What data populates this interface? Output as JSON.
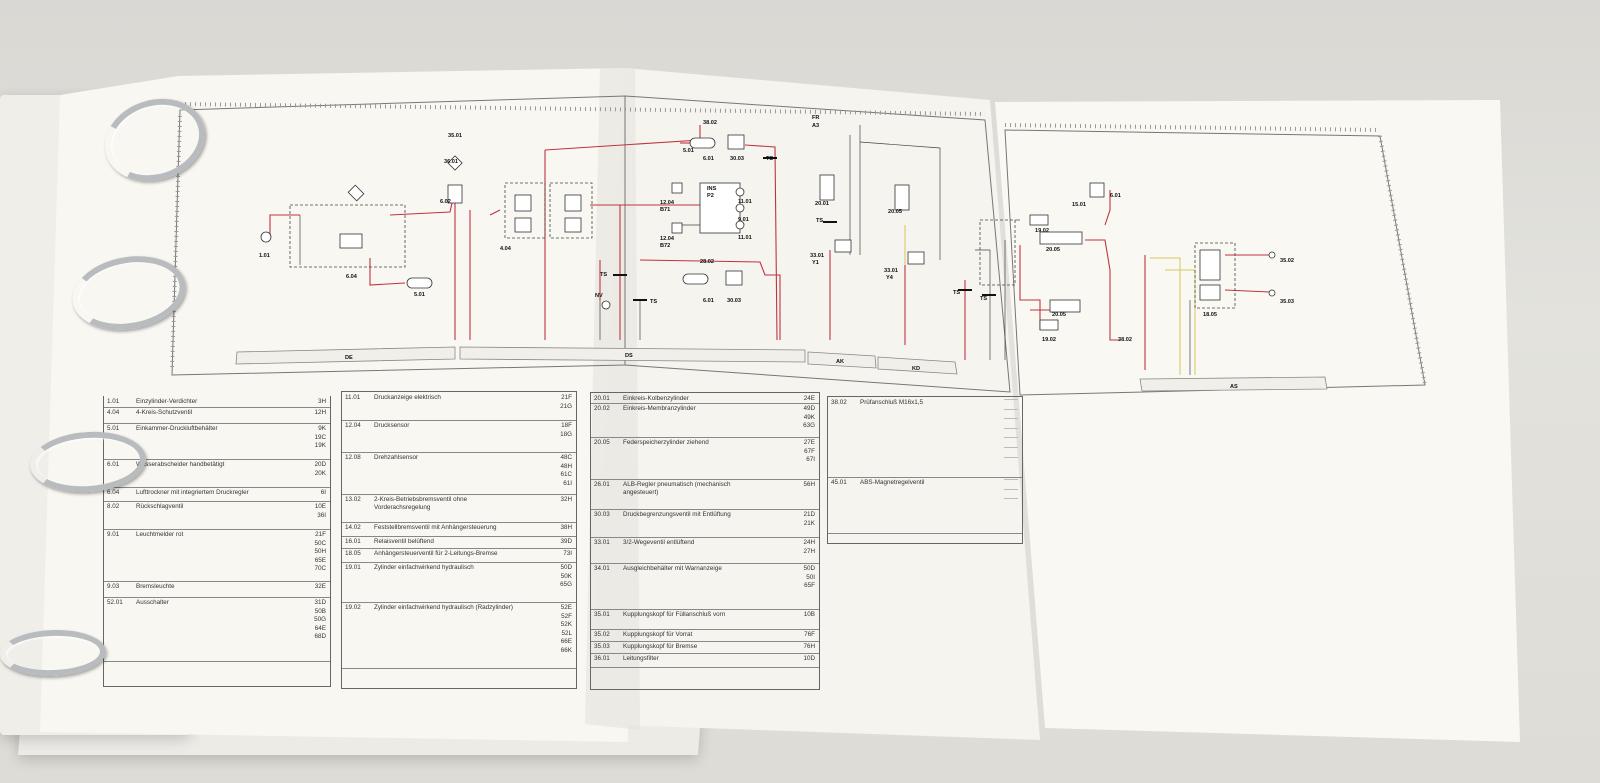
{
  "diagram": {
    "sections": [
      "DE",
      "DS",
      "AK",
      "KD",
      "AS"
    ],
    "component_labels": [
      "35.01",
      "36.01",
      "6.02",
      "6.04",
      "1.01",
      "5.01",
      "4.04",
      "38.02",
      "5.01",
      "6.01",
      "30.03",
      "TS",
      "INS",
      "P2",
      "12.04",
      "B71",
      "12.04",
      "B72",
      "11.01",
      "9.01",
      "11.01",
      "28.02",
      "6.01",
      "30.03",
      "TS",
      "NV",
      "TS",
      "20.01",
      "TS",
      "33.01",
      "Y1",
      "20.05",
      "33.01",
      "Y4",
      "FR",
      "A3",
      "TS",
      "TS",
      "19.02",
      "20.05",
      "20.05",
      "19.02",
      "18.05",
      "15.01",
      "6.01",
      "35.02",
      "35.03",
      "38.02"
    ]
  },
  "legend_left": [
    {
      "num": "1.01",
      "desc": "Einzylinder-Verdichter",
      "codes": [
        "3H"
      ]
    },
    {
      "num": "4.04",
      "desc": "4-Kreis-Schutzventil",
      "codes": [
        "12H"
      ]
    },
    {
      "num": "5.01",
      "desc": "Einkammer-Druckluftbehälter",
      "codes": [
        "9K",
        "19C",
        "19K"
      ]
    },
    {
      "num": "6.01",
      "desc": "Wasserabscheider handbetätigt",
      "codes": [
        "20D",
        "20K"
      ]
    },
    {
      "num": "6.04",
      "desc": "Lufttrockner mit integriertem Druckregler",
      "codes": [
        "6I"
      ]
    },
    {
      "num": "8.02",
      "desc": "Rückschlagventil",
      "codes": [
        "10E",
        "36I"
      ]
    },
    {
      "num": "9.01",
      "desc": "Leuchtmelder rot",
      "codes": [
        "21F",
        "50C",
        "50H",
        "65E",
        "70C"
      ]
    },
    {
      "num": "9.03",
      "desc": "Bremsleuchte",
      "codes": [
        "32E"
      ]
    },
    {
      "num": "52.01",
      "desc": "Ausschalter",
      "codes": [
        "31D",
        "50B",
        "50G",
        "64E",
        "68D"
      ]
    }
  ],
  "legend_mid": [
    {
      "num": "11.01",
      "desc": "Druckanzeige elektrisch",
      "codes": [
        "21F",
        "21G"
      ]
    },
    {
      "num": "12.04",
      "desc": "Drucksensor",
      "codes": [
        "18F",
        "18G"
      ]
    },
    {
      "num": "12.08",
      "desc": "Drehzahlsensor",
      "codes": [
        "48C",
        "48H",
        "61C",
        "61I"
      ]
    },
    {
      "num": "13.02",
      "desc": "2-Kreis-Betriebsbremsventil ohne Vorderachsregelung",
      "codes": [
        "32H"
      ]
    },
    {
      "num": "14.02",
      "desc": "Feststellbremsventil mit Anhängersteuerung",
      "codes": [
        "38H"
      ]
    },
    {
      "num": "16.01",
      "desc": "Relaisventil belüftend",
      "codes": [
        "39D"
      ]
    },
    {
      "num": "18.05",
      "desc": "Anhängersteuerventil für 2-Leitungs-Bremse",
      "codes": [
        "73I"
      ]
    },
    {
      "num": "19.01",
      "desc": "Zylinder einfachwirkend hydraulisch",
      "codes": [
        "50D",
        "50K",
        "65G"
      ]
    },
    {
      "num": "19.02",
      "desc": "Zylinder einfachwirkend hydraulisch (Radzylinder)",
      "codes": [
        "52E",
        "52F",
        "52K",
        "52L",
        "66E",
        "66K"
      ]
    }
  ],
  "legend_right": [
    {
      "num": "20.01",
      "desc": "Einkreis-Kolbenzylinder",
      "codes": [
        "24E"
      ]
    },
    {
      "num": "20.02",
      "desc": "Einkreis-Membranzylinder",
      "codes": [
        "49D",
        "49K",
        "63G"
      ]
    },
    {
      "num": "20.05",
      "desc": "Federspeicherzylinder ziehend",
      "codes": [
        "27E",
        "67F",
        "67I"
      ]
    },
    {
      "num": "26.01",
      "desc": "ALB-Regler pneumatisch (mechanisch angesteuert)",
      "codes": [
        "56H"
      ]
    },
    {
      "num": "30.03",
      "desc": "Druckbegrenzungsventil mit Entlüftung",
      "codes": [
        "21D",
        "21K"
      ]
    },
    {
      "num": "33.01",
      "desc": "3/2-Wegeventil entlüftend",
      "codes": [
        "24H",
        "27H"
      ]
    },
    {
      "num": "34.01",
      "desc": "Ausgleichbehälter mit Warnanzeige",
      "codes": [
        "50D",
        "50I",
        "65F"
      ]
    },
    {
      "num": "35.01",
      "desc": "Kupplungskopf für Füllanschluß vorn",
      "codes": [
        "10B"
      ]
    },
    {
      "num": "35.02",
      "desc": "Kupplungskopf für Vorrat",
      "codes": [
        "76F"
      ]
    },
    {
      "num": "35.03",
      "desc": "Kupplungskopf für Bremse",
      "codes": [
        "76H"
      ]
    },
    {
      "num": "36.01",
      "desc": "Leitungsfilter",
      "codes": [
        "10D"
      ]
    }
  ],
  "legend_far": [
    {
      "num": "38.02",
      "desc": "Prüfanschluß M16x1,5",
      "codes": [
        "",
        "",
        "",
        "",
        "",
        "",
        ""
      ]
    },
    {
      "num": "45.01",
      "desc": "ABS-Magnetregelventil",
      "codes": [
        "",
        "",
        ""
      ]
    }
  ],
  "colors": {
    "red": "#c0343f",
    "paper": "#f7f6f1",
    "line": "#555555",
    "yellow": "#d6c85a"
  }
}
